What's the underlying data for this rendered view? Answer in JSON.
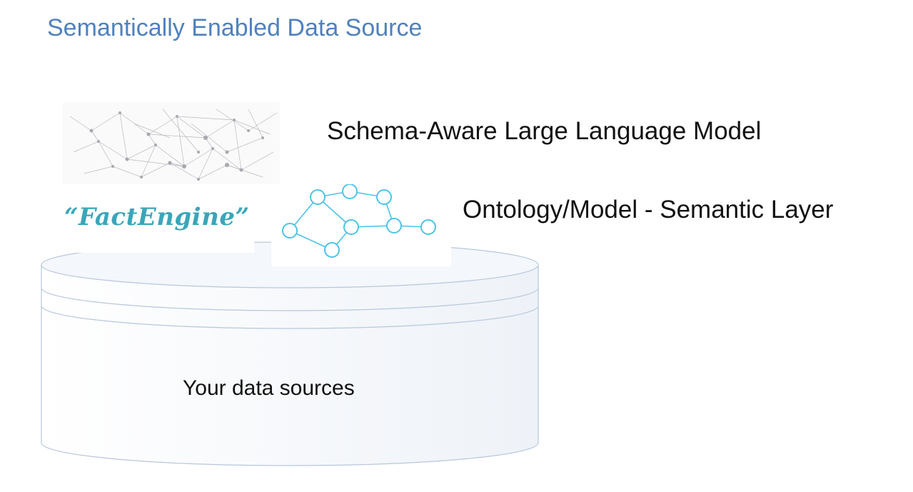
{
  "title": "Semantically Enabled Data Source",
  "labels": {
    "llm": "Schema-Aware Large Language Model",
    "ontology": "Ontology/Model - Semantic Layer",
    "data_sources": "Your data sources"
  },
  "logo": {
    "text": "“FactEngine”"
  },
  "colors": {
    "title": "#4f81bd",
    "logo": "#3aa6b9",
    "graph_node": "#4cc4e6",
    "cylinder_stroke": "#b7c7dc"
  }
}
